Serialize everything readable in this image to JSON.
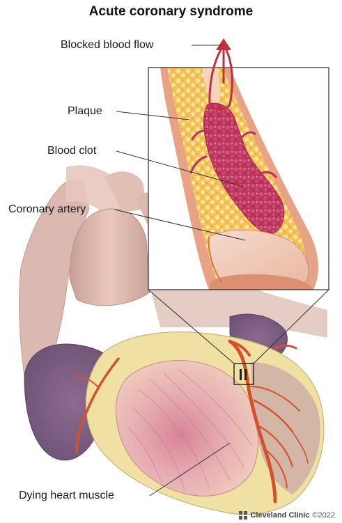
{
  "title": "Acute coronary syndrome",
  "labels": {
    "blocked_flow": "Blocked blood flow",
    "plaque": "Plaque",
    "blood_clot": "Blood clot",
    "coronary_artery": "Coronary artery",
    "dying_muscle": "Dying heart muscle"
  },
  "footer": {
    "brand": "Cleveland Clinic",
    "copyright": "©2022"
  },
  "colors": {
    "arrow": "#c0303f",
    "plaque": "#f2c566",
    "clot": "#c23a5c",
    "artery_wall": "#e8a488",
    "heart_muscle": "#e2a2ad",
    "fat": "#f1e3a8",
    "vessel": "#d95a34",
    "aorta": "#d9b0a6"
  }
}
